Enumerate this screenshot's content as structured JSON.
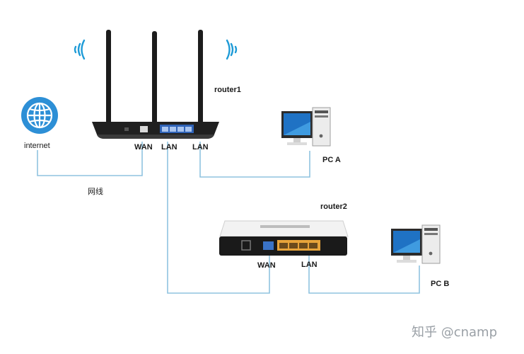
{
  "labels": {
    "router1": "router1",
    "router2": "router2",
    "internet": "internet",
    "pc_a": "PC A",
    "pc_b": "PC B",
    "r1_wan": "WAN",
    "r1_lan1": "LAN",
    "r1_lan2": "LAN",
    "r2_wan": "WAN",
    "r2_lan": "LAN",
    "cable": "网线"
  },
  "watermark": "知乎 @cnamp",
  "colors": {
    "cable": "#8fc3df",
    "globe": "#2d8fd6",
    "wifi": "#1e9bd7",
    "lan_port": "#2f63b7",
    "router2_lan_port": "#e8a43a"
  }
}
